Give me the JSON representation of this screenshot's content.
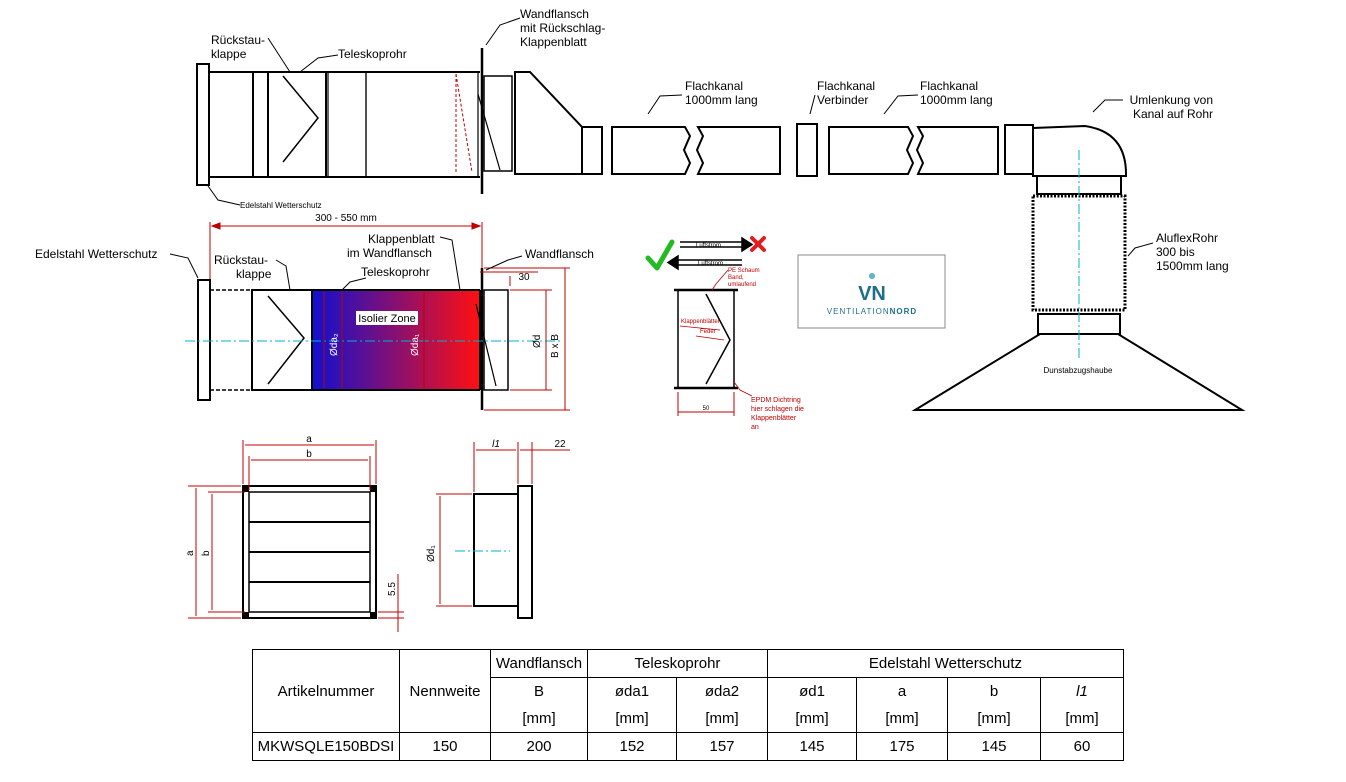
{
  "top_row": {
    "rueckstauklappe": "Rückstau-\nklappe",
    "teleskoprohr": "Teleskoprohr",
    "wandflansch_klappe": "Wandflansch\nmit Rückschlag-\nKlappenblatt",
    "flachkanal_1": "Flachkanal\n1000mm lang",
    "flachkanal_verbinder": "Flachkanal\nVerbinder",
    "flachkanal_2": "Flachkanal\n1000mm lang",
    "umlenkung": "Umlenkung von\nKanal auf Rohr",
    "edelstahl_wetterschutz_small": "Edelstahl Wetterschutz",
    "aluflex": "AluflexRohr\n300 bis\n1500mm lang",
    "dunstabzug": "Dunstabzugshaube"
  },
  "section": {
    "range_dim": "300 - 550 mm",
    "edelstahl_wetterschutz": "Edelstahl Wetterschutz",
    "rueckstauklappe": "Rückstau-\nklappe",
    "klappenblatt": "Klappenblatt\nim Wandflansch",
    "teleskoprohr": "Teleskoprohr",
    "wandflansch": "Wandflansch",
    "dim_30": "30",
    "isolier_zone": "Isolier Zone",
    "oda2": "Øda₂",
    "oda1": "Øda₁",
    "od": "Ød",
    "bxb": "B x B"
  },
  "detail": {
    "luftstrom_top": "Luftstrom",
    "luftstrom_bottom": "Luftstrom",
    "pe_schaum": "PE Schaum\nBand,\numlaufend",
    "klappenblaetter": "Klappenblätter",
    "feder": "Feder",
    "dim_50": "50",
    "epdm": "EPDM Dichtring\nhier schlagen die\nKlappenblätter\nan"
  },
  "logo": {
    "mark": "VN",
    "text_a": "VENTILATION",
    "text_b": "NORD",
    "colors": {
      "primary": "#1f6f8b",
      "accent": "#5db5c8"
    }
  },
  "bottom_views": {
    "a_top": "a",
    "b_top": "b",
    "a_side": "a",
    "b_side": "b",
    "dim_55": "5.5",
    "l1": "l1",
    "dim_22": "22",
    "od1": "Ød₁"
  },
  "colors": {
    "isolier_from": "#1010d0",
    "isolier_to": "#ff1010",
    "dim_red": "#c00000",
    "check": "#22bb22",
    "cross": "#e02020",
    "centerline": "#00b0d0"
  },
  "table": {
    "header1": {
      "wandflansch": "Wandflansch",
      "teleskoprohr": "Teleskoprohr",
      "wetterschutz": "Edelstahl Wetterschutz"
    },
    "header2": [
      "Artikelnummer",
      "Nennweite",
      "B",
      "øda1",
      "øda2",
      "ød1",
      "a",
      "b",
      "l1"
    ],
    "units": [
      "",
      "",
      "[mm]",
      "[mm]",
      "[mm]",
      "[mm]",
      "[mm]",
      "[mm]",
      "[mm]"
    ],
    "row": [
      "MKWSQLE150BDSI",
      "150",
      "200",
      "152",
      "157",
      "145",
      "175",
      "145",
      "60"
    ]
  }
}
